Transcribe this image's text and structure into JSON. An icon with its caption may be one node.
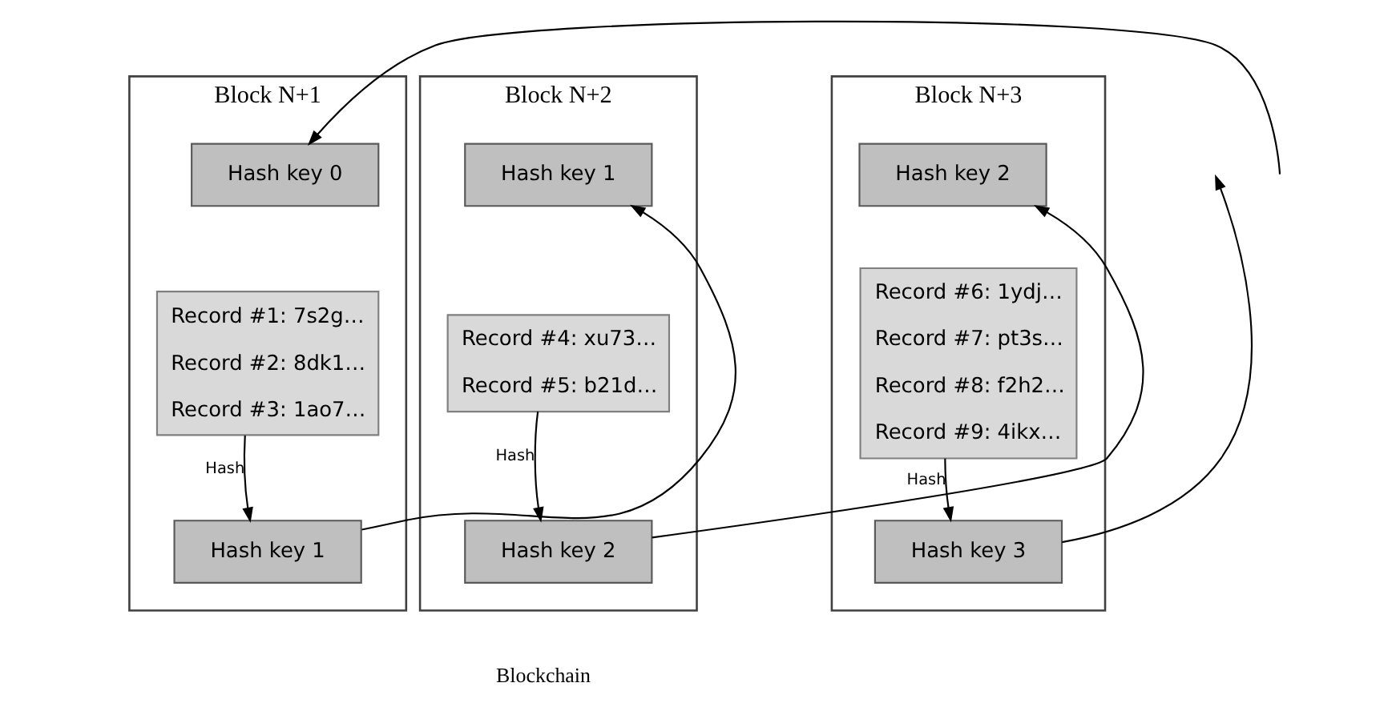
{
  "diagram": {
    "nodes": [
      {
        "text": [
          "Block N+1"
        ]
      },
      {
        "text": [
          "Hash key 0"
        ],
        "in": 0
      },
      {
        "text": [
          "Record #1: 7s2g…",
          "Record #2: 8dk1…",
          "Record #3: 1ao7…"
        ],
        "in": 0
      },
      {
        "text": [
          "Hash key 1"
        ],
        "in": 0
      },
      {
        "text": [
          "Block N+2"
        ]
      },
      {
        "text": [
          "Hash key 1"
        ],
        "in": 4
      },
      {
        "text": [
          "Record #4: xu73…",
          "Record #5: b21d…"
        ],
        "in": 4
      },
      {
        "text": [
          "Hash key 2"
        ],
        "in": 4
      },
      {
        "text": [
          "Block N+3"
        ]
      },
      {
        "text": [
          "Hash key 2"
        ],
        "in": 8
      },
      {
        "text": [
          "Record #6: 1ydj…",
          "Record #7: pt3s…",
          "Record #8: f2h2…",
          "Record #9: 4ikx…"
        ],
        "in": 8
      },
      {
        "text": [
          "Hash key 3"
        ],
        "in": 8
      }
    ],
    "edges": [
      {
        "from": null,
        "to": 1,
        "arrow": "to"
      },
      {
        "from": 2,
        "to": 3,
        "arrow": "to",
        "label": "Hash"
      },
      {
        "from": 3,
        "to": 5,
        "arrow": "to"
      },
      {
        "from": 6,
        "to": 7,
        "arrow": "to",
        "label": "Hash"
      },
      {
        "from": 7,
        "to": 9,
        "arrow": "to"
      },
      {
        "from": 10,
        "to": 11,
        "arrow": "to",
        "label": "Hash"
      },
      {
        "from": 11,
        "to": null,
        "arrow": "to"
      }
    ],
    "labels": [
      "Blockchain"
    ]
  }
}
